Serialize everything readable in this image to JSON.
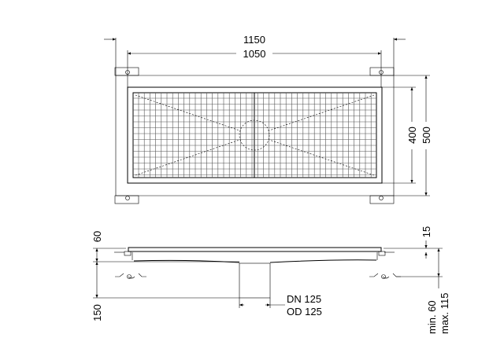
{
  "top_view": {
    "dim_outer_width": "1150",
    "dim_inner_width": "1050",
    "dim_inner_height": "400",
    "dim_outer_height": "500"
  },
  "side_view": {
    "dim_frame_height": "60",
    "dim_outlet_depth": "150",
    "dim_grate_thickness": "15",
    "dim_min": "min. 60",
    "dim_max": "max. 115",
    "outlet_dn": "DN 125",
    "outlet_od": "OD 125"
  }
}
